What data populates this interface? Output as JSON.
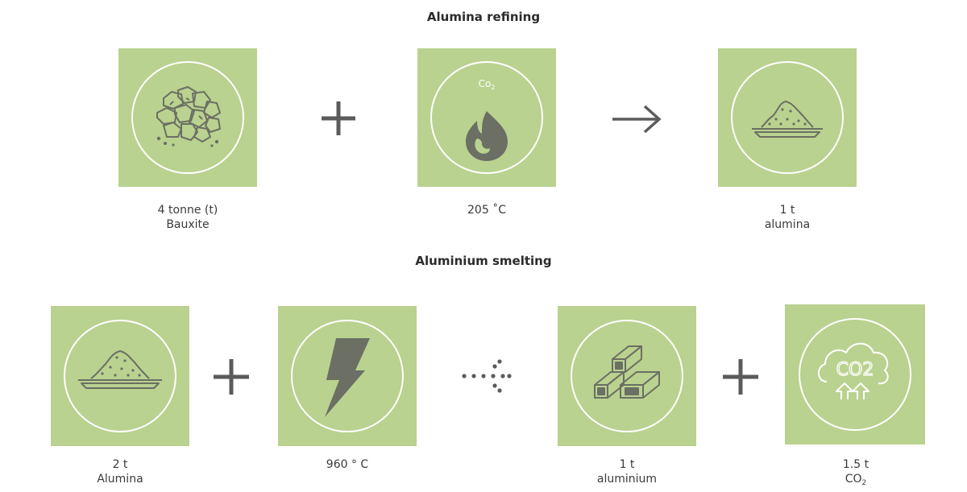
{
  "refining": {
    "title": "Alumina refining",
    "bauxite": {
      "qty": "4 tonne (t)",
      "name": "Bauxite",
      "icon": "bauxite-rocks-icon"
    },
    "heat": {
      "label": "205 ˚C",
      "co2_label": "Co",
      "co2_sub": "2",
      "icon": "flame-icon"
    },
    "alumina": {
      "qty": "1 t",
      "name": "alumina",
      "icon": "powder-pile-icon"
    }
  },
  "smelting": {
    "title": "Aluminium smelting",
    "alumina": {
      "qty": "2 t",
      "name": "Alumina",
      "icon": "powder-pile-icon"
    },
    "power": {
      "label": "960 ° C",
      "icon": "lightning-bolt-icon"
    },
    "aluminium": {
      "qty": "1 t",
      "name": "aluminium",
      "icon": "metal-bars-icon"
    },
    "co2": {
      "qty": "1.5 t",
      "name": "CO",
      "name_sub": "2",
      "icon_text": "CO2",
      "icon": "co2-cloud-icon"
    }
  },
  "colors": {
    "tile": "#b9d28f",
    "icon": "#6b6f64",
    "circle": "#ffffff",
    "operator": "#5b5b5b"
  }
}
